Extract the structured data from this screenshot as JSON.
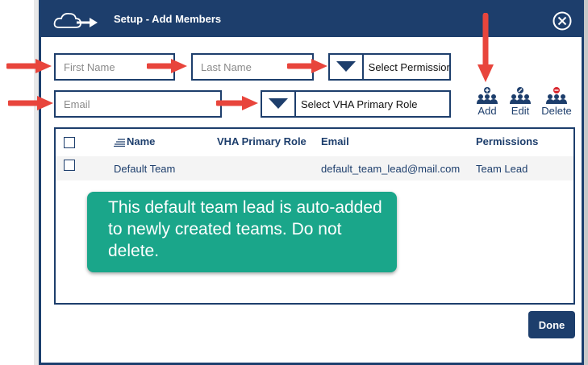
{
  "dialog": {
    "title": "Setup - Add Members"
  },
  "form": {
    "first_name_placeholder": "First Name",
    "last_name_placeholder": "Last Name",
    "permissions_select": "Select Permissior",
    "email_placeholder": "Email",
    "role_select": "Select VHA Primary Role"
  },
  "actions": {
    "add": "Add",
    "edit": "Edit",
    "delete": "Delete"
  },
  "table": {
    "columns": [
      "Name",
      "VHA Primary Role",
      "Email",
      "Permissions"
    ],
    "rows": [
      {
        "name": "Default Team",
        "role": "",
        "email": "default_team_lead@mail.com",
        "permissions": "Team Lead"
      }
    ]
  },
  "callout": {
    "text": "This default team lead is auto-added to newly created teams. Do not delete."
  },
  "footer": {
    "done": "Done"
  },
  "colors": {
    "navy": "#1d3e6c",
    "callout": "#1aa68a",
    "arrow": "#e8453c",
    "delete_badge": "#d8262e"
  },
  "icons": [
    "cloud-arrow-icon",
    "close-icon",
    "chevron-down-icon",
    "add-members-icon",
    "edit-members-icon",
    "delete-members-icon",
    "sort-icon"
  ]
}
